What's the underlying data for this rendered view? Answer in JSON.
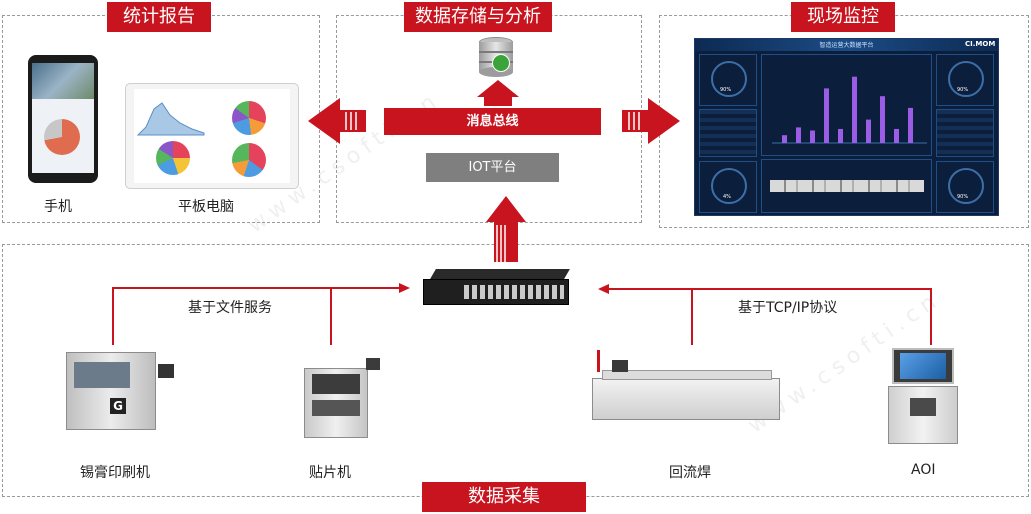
{
  "sections": {
    "report": "统计报告",
    "storage": "数据存储与分析",
    "monitor": "现场监控",
    "collect": "数据采集"
  },
  "report_devices": {
    "phone": "手机",
    "tablet": "平板电脑"
  },
  "storage_blocks": {
    "bus": "消息总线",
    "iot": "IOT平台"
  },
  "monitor_screen": {
    "brand": "CI.MOM",
    "title": "智造运营大数据平台",
    "gauge_values": [
      "90%",
      "4%",
      "90%",
      "90%"
    ],
    "bar_levels": [
      0.1,
      0.2,
      0.16,
      0.7,
      0.18,
      0.85,
      0.3,
      0.6,
      0.18,
      0.45
    ]
  },
  "connections": {
    "file_service": "基于文件服务",
    "tcp_ip": "基于TCP/IP协议"
  },
  "machines": {
    "printer": "锡膏印刷机",
    "printer_badge": "G",
    "placer": "贴片机",
    "reflow": "回流焊",
    "aoi": "AOI"
  },
  "watermark": "www.csofti.cn",
  "colors": {
    "accent": "#c8141e",
    "iot_box": "#7f7f7f",
    "screen_bg": "#0b1f3d",
    "server_green": "#3aa33a"
  }
}
